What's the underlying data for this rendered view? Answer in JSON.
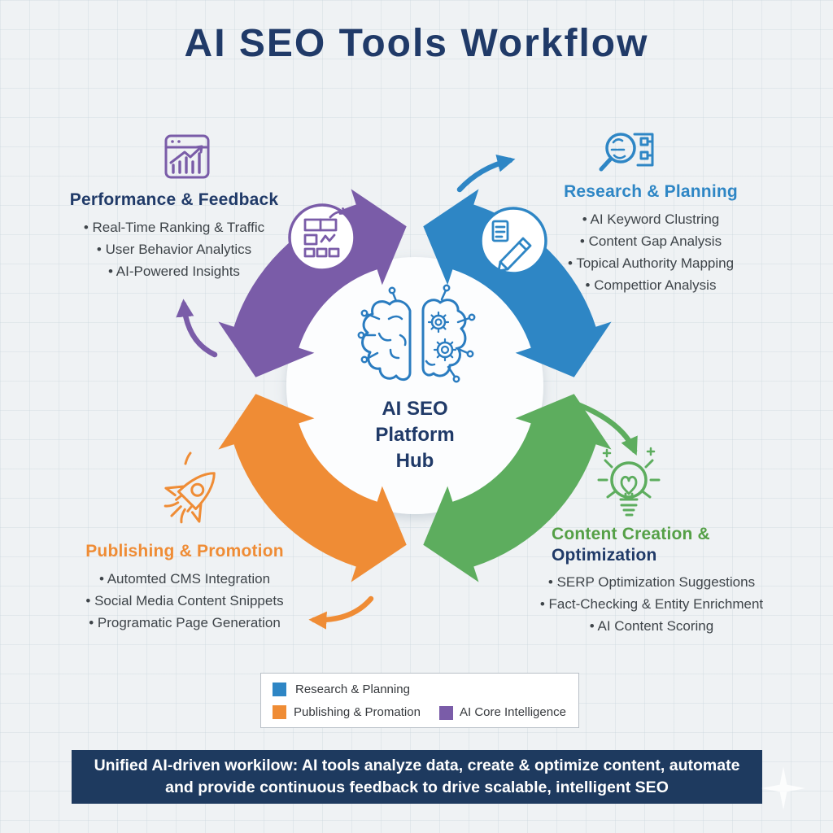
{
  "title": "AI SEO Tools Workflow",
  "hub": {
    "icon": "ai-brain-circuit",
    "lines": [
      "AI SEO",
      "Platform",
      "Hub"
    ]
  },
  "quadrants": {
    "performance": {
      "icon": "analytics-browser-chart",
      "title": "Performance & Feedback",
      "items": [
        "Real-Time Ranking & Traffic",
        "User Behavior Analytics",
        "AI-Powered Insights"
      ]
    },
    "research": {
      "icon": "magnifier-serp-document",
      "title": "Research & Planning",
      "items": [
        "AI Keyword Clustring",
        "Content Gap Analysis",
        "Topical Authority Mapping",
        "Compettior Analysis"
      ]
    },
    "content": {
      "icon": "lightbulb-idea",
      "title_line1": "Content Creation &",
      "title_line2": "Optimization",
      "items": [
        "SERP Optimization Suggestions",
        "Fact-Checking & Entity Enrichment",
        "AI Content Scoring"
      ]
    },
    "publishing": {
      "icon": "rocket",
      "title": "Publishing & Promotion",
      "items": [
        "Automted CMS Integration",
        "Social Media Content Snippets",
        "Programatic Page Generation"
      ]
    }
  },
  "badges": {
    "purple_badge_icon": "dashboard-wireframe",
    "blue_badge_icon": "document-pencil"
  },
  "legend": {
    "items": [
      {
        "label": "Research & Planning",
        "color": "#2e86c5"
      },
      {
        "label": "Publishing & Promation",
        "color": "#ef8c35"
      },
      {
        "label": "AI Core Intelligence",
        "color": "#7a5ca8"
      }
    ]
  },
  "banner": {
    "line1": "Unified AI-driven workilow: AI tools analyze data, create & optimize content, automate",
    "line2": "and provide continuous feedback to drive scalable, intelligent SEO"
  },
  "colors": {
    "navy": "#203a68",
    "banner_bg": "#1e3a5f",
    "blue": "#2e86c5",
    "purple": "#7a5ca8",
    "green": "#5dad5e",
    "green_title": "#55a047",
    "orange": "#ef8c35",
    "text": "#3e4449",
    "icon_blue": "#2a7cc0"
  }
}
